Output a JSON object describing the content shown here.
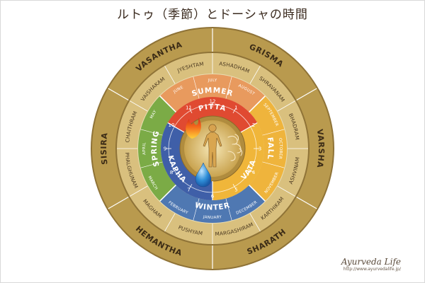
{
  "title": "ルトゥ（季節）とドーシャの時間",
  "brand": {
    "name": "Ayurveda Life",
    "url": "http://www.ayurvedalife.jp/"
  },
  "colors": {
    "outer_ring": "#b99a4e",
    "outer_ring_dark": "#8f7337",
    "ring2": "#d9c07e",
    "summer": "#e89a5e",
    "fall": "#efb43c",
    "winter": "#4f78b2",
    "spring": "#7bab46",
    "pitta": "#e04a31",
    "vata": "#f0b63a",
    "kapha": "#3f5fa8",
    "center": "#b08c3e"
  },
  "ritus": [
    "GRISMA",
    "VARSHA",
    "SHARATH",
    "HEMANTHA",
    "SISIRA",
    "VASANTHA"
  ],
  "hindu_months": [
    "ASHADHAM",
    "SHRAVANAM",
    "BHADRAM",
    "ASHVINAM",
    "KARTHIKAM",
    "MARGASHIRAM",
    "PUSHYAM",
    "MAGHAM",
    "PHALGHUNAM",
    "CHAITHRAM",
    "VAISHAKAM",
    "JYESHTAM"
  ],
  "months": [
    "JULY",
    "AUGUST",
    "SEPTEMBER",
    "OCTOBER",
    "NOVEMBER",
    "DECEMBER",
    "JANUARY",
    "FEBRUARY",
    "MARCH",
    "APRIL",
    "MAY",
    "JUNE"
  ],
  "seasons": [
    "SUMMER",
    "FALL",
    "WINTER",
    "SPRING"
  ],
  "doshas": [
    "PITTA",
    "VATA",
    "KAPHA"
  ],
  "clock": [
    "12",
    "1",
    "2",
    "3",
    "4",
    "5",
    "6",
    "7",
    "8",
    "9",
    "10",
    "11"
  ]
}
